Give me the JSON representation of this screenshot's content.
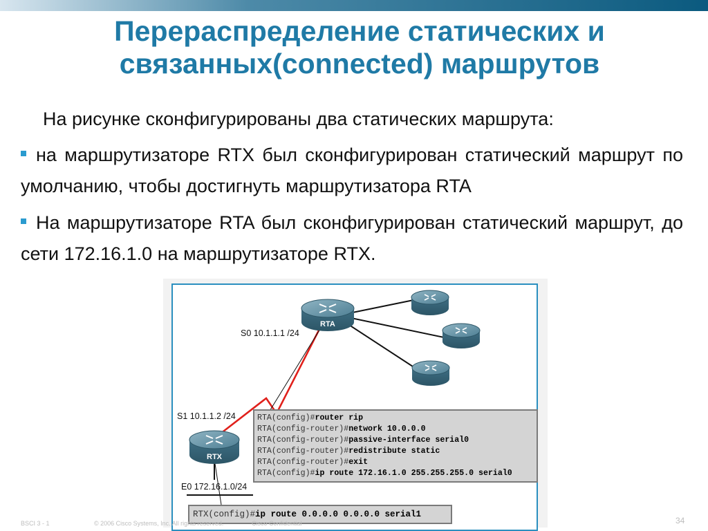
{
  "slide": {
    "title_line1": "Перераспределение статических и",
    "title_line2": "связанных(connected) маршрутов",
    "intro": "На рисунке сконфигурированы два статических маршрута:",
    "bullets": [
      "на маршрутизаторе RTX был сконфигурирован статический маршрут по умолчанию, чтобы достигнуть маршрутизатора RTA",
      "На маршрутизаторе RTA был сконфигурирован статический маршрут, до сети 172.16.1.0 на маршрутизаторе RTX."
    ],
    "colors": {
      "title": "#1f7aa6",
      "bullet_marker": "#2b9bcf",
      "frame": "#2a8fbf",
      "serial_link": "#e0201b"
    }
  },
  "diagram": {
    "routers": [
      {
        "id": "RTA",
        "label": "RTA",
        "icon": "router-icon"
      },
      {
        "id": "RTX",
        "label": "RTX",
        "icon": "router-icon"
      },
      {
        "id": "R1",
        "label": "",
        "icon": "router-icon"
      },
      {
        "id": "R2",
        "label": "",
        "icon": "router-icon"
      },
      {
        "id": "R3",
        "label": "",
        "icon": "router-icon"
      }
    ],
    "labels": {
      "rta_s0": "S0 10.1.1.1 /24",
      "rtx_s1": "S1 10.1.1.2 /24",
      "rtx_e0": "E0 172.16.1.0/24"
    },
    "rta_config": [
      {
        "prompt": "RTA(config)#",
        "command": "router rip"
      },
      {
        "prompt": "RTA(config-router)#",
        "command": "network 10.0.0.0"
      },
      {
        "prompt": "RTA(config-router)#",
        "command": "passive-interface serial0"
      },
      {
        "prompt": "RTA(config-router)#",
        "command": "redistribute static"
      },
      {
        "prompt": "RTA(config-router)#",
        "command": "exit"
      },
      {
        "prompt": "RTA(config)#",
        "command": "ip route 172.16.1.0 255.255.255.0 serial0"
      }
    ],
    "rtx_config": {
      "prompt": "RTX(config)#",
      "command": "ip route 0.0.0.0 0.0.0.0 serial1"
    }
  },
  "footer": {
    "course": "BSCI 3 - 1",
    "copyright": "© 2006 Cisco Systems, Inc. All rights reserved.",
    "confidential": "Cisco Confidential",
    "page_number": "34"
  }
}
